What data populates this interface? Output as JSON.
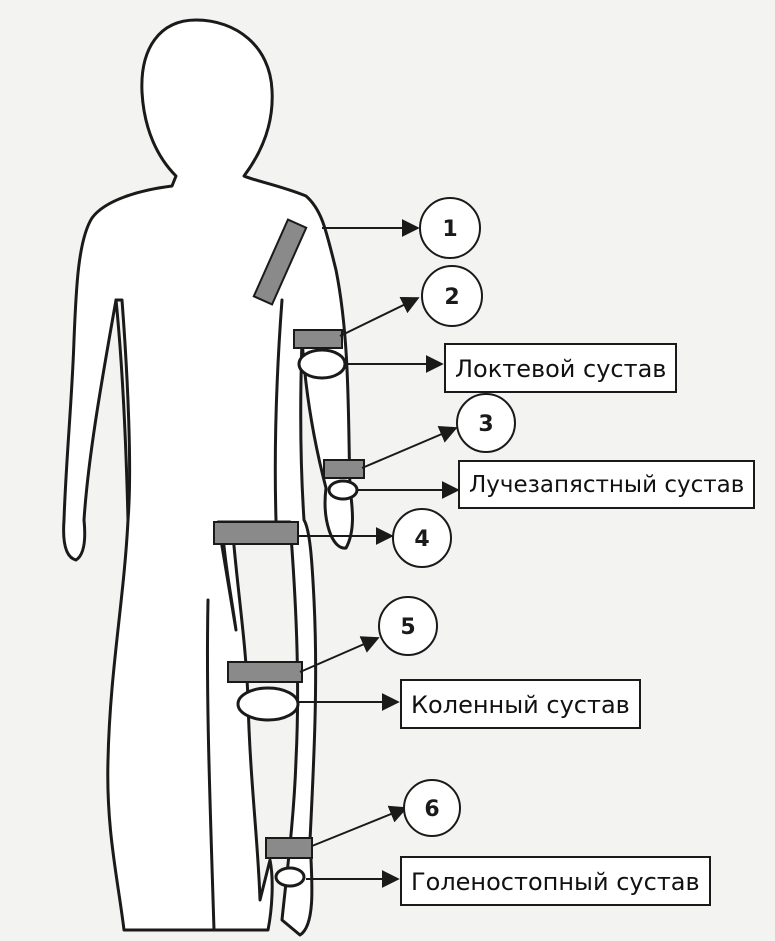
{
  "markers": [
    "1",
    "2",
    "3",
    "4",
    "5",
    "6"
  ],
  "joints": {
    "elbow": "Локтевой сустав",
    "wrist": "Лучезапястный сустав",
    "knee": "Коленный сустав",
    "ankle": "Голеностопный сустав"
  },
  "colors": {
    "outline": "#1a1a1a",
    "strap": "#8a8a8a",
    "background": "#f3f3f1"
  }
}
